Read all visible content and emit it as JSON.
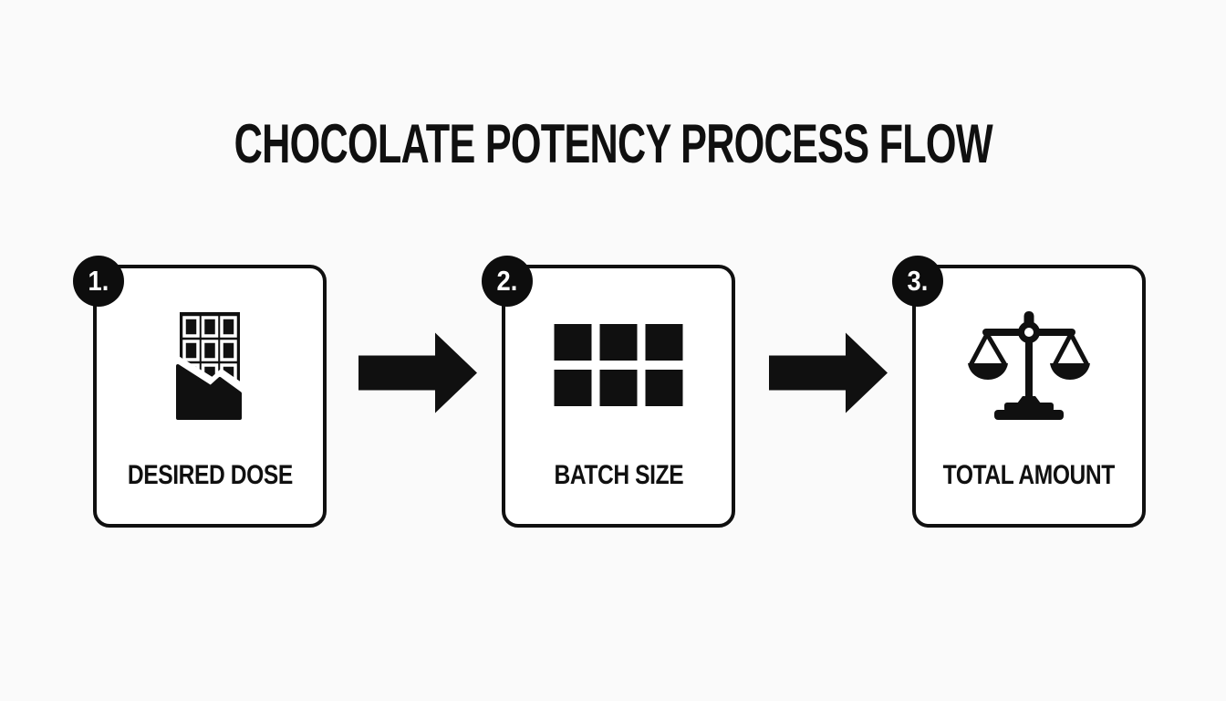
{
  "title": "CHOCOLATE POTENCY PROCESS FLOW",
  "colors": {
    "background": "#fafafa",
    "card_background": "#ffffff",
    "ink": "#101010",
    "badge_background": "#0d0d0d",
    "badge_text": "#ffffff"
  },
  "steps": [
    {
      "number": "1.",
      "label": "DESIRED DOSE",
      "icon": "chocolate-bar-icon"
    },
    {
      "number": "2.",
      "label": "BATCH SIZE",
      "icon": "chocolate-squares-grid-icon"
    },
    {
      "number": "3.",
      "label": "TOTAL AMOUNT",
      "icon": "balance-scale-icon"
    }
  ],
  "connectors": [
    {
      "type": "arrow-right"
    },
    {
      "type": "arrow-right"
    }
  ]
}
